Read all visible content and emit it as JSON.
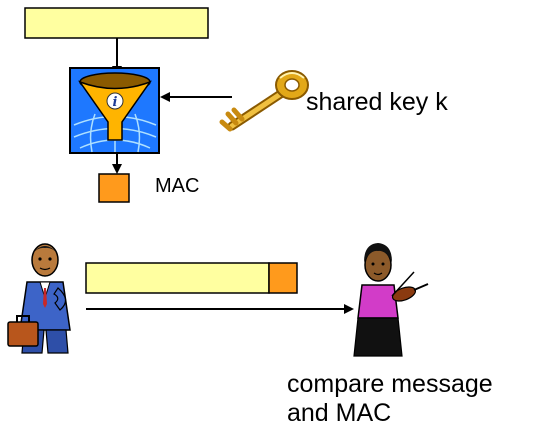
{
  "diagram": {
    "key_label": "shared key k",
    "mac_label": "MAC",
    "compare_label_line1": "compare message",
    "compare_label_line2": "and MAC",
    "colors": {
      "message": "#ffffa0",
      "mac": "#ff9a1c",
      "filter_bg": "#1e78ff",
      "funnel": "#ffb400",
      "key": "#e2a818",
      "sender_suit": "#3d64c8",
      "receiver_shirt": "#d23cc8"
    },
    "icons": [
      "hash-filter-icon",
      "key-icon",
      "sender-businessman-icon",
      "receiver-violinist-icon"
    ]
  }
}
